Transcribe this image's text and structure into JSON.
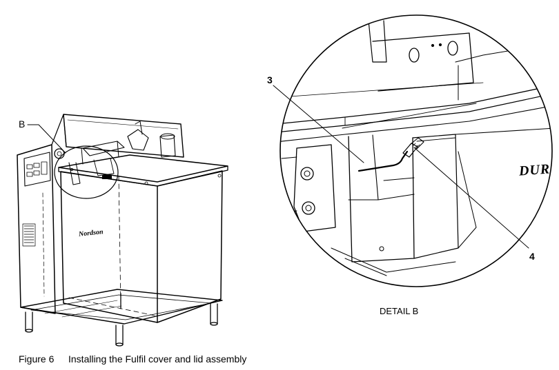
{
  "callouts": {
    "b": "B",
    "three": "3",
    "four": "4"
  },
  "detail_caption": "DETAIL B",
  "figure": {
    "number": "Figure 6",
    "title": "Installing the Fulfil cover and lid assembly"
  },
  "logos": {
    "main_unit": "Nordson",
    "detail_panel": "DUR"
  }
}
